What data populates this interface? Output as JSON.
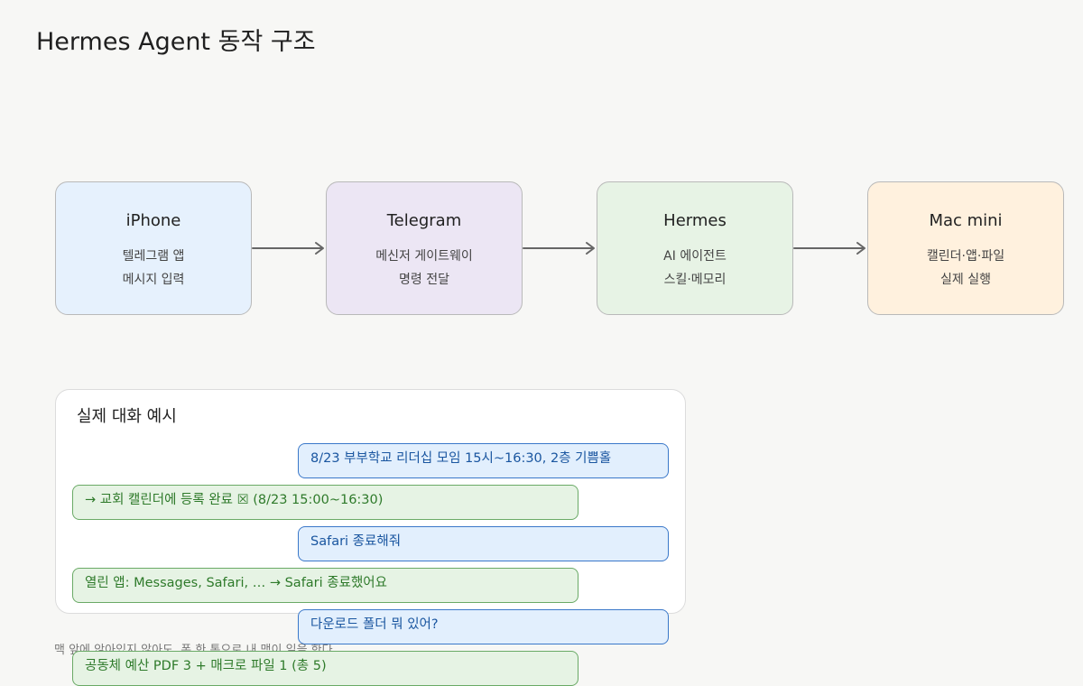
{
  "title": "Hermes Agent 동작 구조",
  "nodes": [
    {
      "name": "iPhone",
      "lines": [
        "텔레그램 앱",
        "메시지 입력"
      ]
    },
    {
      "name": "Telegram",
      "lines": [
        "메신저 게이트웨이",
        "명령 전달"
      ]
    },
    {
      "name": "Hermes",
      "lines": [
        "AI 에이전트",
        "스킬·메모리"
      ]
    },
    {
      "name": "Mac mini",
      "lines": [
        "캘린더·앱·파일",
        "실제 실행"
      ]
    }
  ],
  "example": {
    "title": "실제 대화 예시",
    "messages": [
      {
        "role": "user",
        "text": "8/23 부부학교 리더십 모임 15시~16:30, 2층 기쁨홀"
      },
      {
        "role": "agent",
        "text": "→ 교회 캘린더에 등록 완료 ☒ (8/23 15:00~16:30)"
      },
      {
        "role": "user",
        "text": "Safari 종료해줘"
      },
      {
        "role": "agent",
        "text": "열린 앱: Messages, Safari, … → Safari 종료했어요"
      },
      {
        "role": "user",
        "text": "다운로드 폴더 뭐 있어?"
      },
      {
        "role": "agent",
        "text": "공동체 예산 PDF 3 + 매크로 파일 1 (총 5)"
      }
    ]
  },
  "footer": "맥 앞에 앉아있지 않아도, 폰 한 통으로 내 맥이 일을 한다."
}
